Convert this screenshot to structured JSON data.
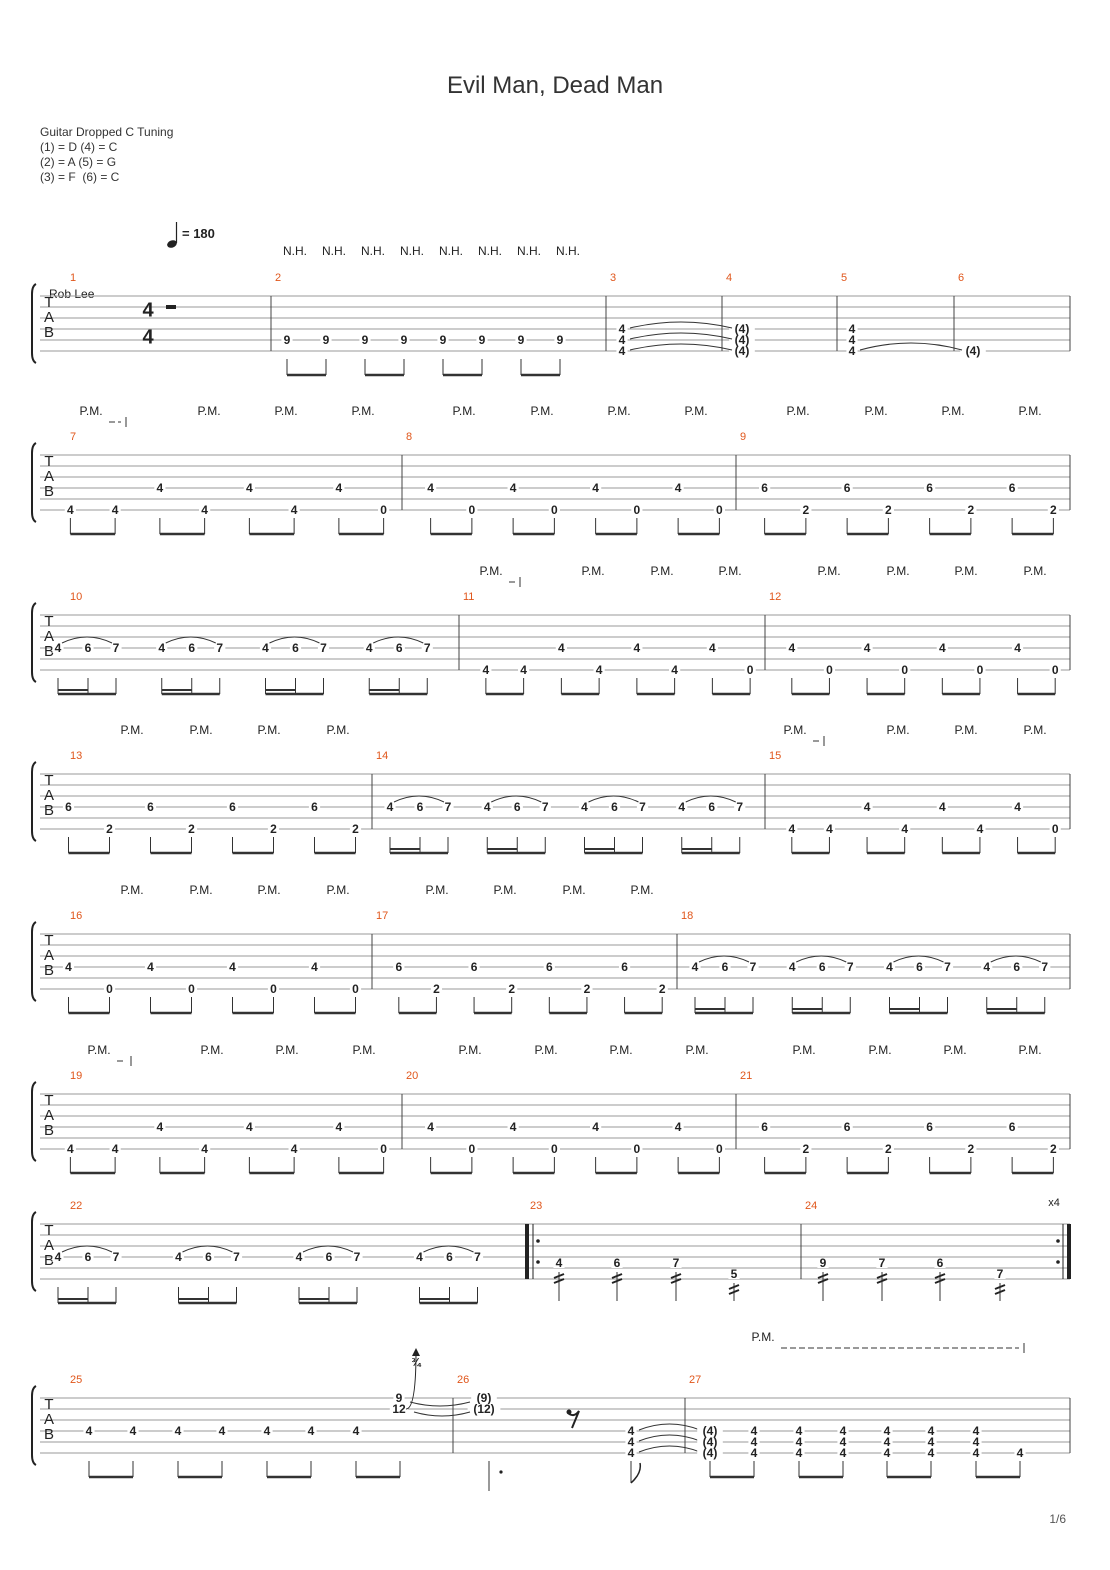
{
  "title": "Evil Man, Dead Man",
  "tuning": {
    "heading": "Guitar Dropped C Tuning",
    "lines": [
      "(1) = D (4) = C",
      "(2) = A (5) = G",
      "(3) = F  (6) = C"
    ]
  },
  "tempo": {
    "value": "= 180"
  },
  "player": "Rob Lee",
  "page": "1/6",
  "repeat_count": "x4",
  "bend_amount": "¾",
  "labels": {
    "pm": "P.M.",
    "nh": "N.H.",
    "tab": [
      "T",
      "A",
      "B"
    ],
    "time_sig": "4"
  },
  "systems": [
    {
      "measures": [
        {
          "number": "1",
          "notes": [],
          "rest": true
        },
        {
          "number": "2",
          "notes": [
            {
              "s": 5,
              "f": "9"
            },
            {
              "s": 5,
              "f": "9"
            },
            {
              "s": 5,
              "f": "9"
            },
            {
              "s": 5,
              "f": "9"
            },
            {
              "s": 5,
              "f": "9"
            },
            {
              "s": 5,
              "f": "9"
            },
            {
              "s": 5,
              "f": "9"
            },
            {
              "s": 5,
              "f": "9"
            }
          ],
          "above": [
            "N.H.",
            "N.H.",
            "N.H.",
            "N.H.",
            "N.H.",
            "N.H.",
            "N.H.",
            "N.H."
          ]
        },
        {
          "number": "3",
          "notes": [
            {
              "chord": [
                [
                  "4",
                  4
                ],
                [
                  "4",
                  5
                ],
                [
                  "4",
                  6
                ]
              ]
            }
          ]
        },
        {
          "number": "4",
          "notes": [
            {
              "chord": [
                [
                  "(4)",
                  4
                ],
                [
                  "(4)",
                  5
                ],
                [
                  "(4)",
                  6
                ]
              ]
            }
          ]
        },
        {
          "number": "5",
          "notes": [
            {
              "chord": [
                [
                  "4",
                  4
                ],
                [
                  "4",
                  5
                ],
                [
                  "4",
                  6
                ]
              ]
            }
          ]
        },
        {
          "number": "6",
          "notes": [
            {
              "chord": [
                [
                  "(4)",
                  6
                ]
              ]
            }
          ]
        }
      ]
    },
    {
      "measures": [
        {
          "number": "7",
          "notes": [
            "4/6",
            "4/6",
            "4/4",
            "4/6",
            "4/4",
            "4/6",
            "4/4",
            "0/6"
          ]
        },
        {
          "number": "8",
          "notes": [
            "4/4",
            "0/6",
            "4/4",
            "0/6",
            "4/4",
            "0/6",
            "4/4",
            "0/6"
          ]
        },
        {
          "number": "9",
          "notes": [
            "6/4",
            "2/6",
            "6/4",
            "2/6",
            "6/4",
            "2/6",
            "6/4",
            "2/6"
          ]
        }
      ]
    },
    {
      "measures": [
        {
          "number": "10",
          "notes": [
            "4-6-7",
            "4-6-7",
            "4-6-7",
            "4-6-7"
          ]
        },
        {
          "number": "11",
          "notes": [
            "4/6",
            "4/6",
            "4/4",
            "4/6",
            "4/4",
            "4/6",
            "4/4",
            "0/6"
          ]
        },
        {
          "number": "12",
          "notes": [
            "4/4",
            "0/6",
            "4/4",
            "0/6",
            "4/4",
            "0/6",
            "4/4",
            "0/6"
          ]
        }
      ]
    },
    {
      "measures": [
        {
          "number": "13",
          "notes": [
            "6/4",
            "2/6",
            "6/4",
            "2/6",
            "6/4",
            "2/6",
            "6/4",
            "2/6"
          ]
        },
        {
          "number": "14",
          "notes": [
            "4-6-7",
            "4-6-7",
            "4-6-7",
            "4-6-7"
          ]
        },
        {
          "number": "15",
          "notes": [
            "4/6",
            "4/6",
            "4/4",
            "4/6",
            "4/4",
            "4/6",
            "4/4",
            "0/6"
          ]
        }
      ]
    },
    {
      "measures": [
        {
          "number": "16",
          "notes": [
            "4/4",
            "0/6",
            "4/4",
            "0/6",
            "4/4",
            "0/6",
            "4/4",
            "0/6"
          ]
        },
        {
          "number": "17",
          "notes": [
            "6/4",
            "2/6",
            "6/4",
            "2/6",
            "6/4",
            "2/6",
            "6/4",
            "2/6"
          ]
        },
        {
          "number": "18",
          "notes": [
            "4-6-7",
            "4-6-7",
            "4-6-7",
            "4-6-7"
          ]
        }
      ]
    },
    {
      "measures": [
        {
          "number": "19",
          "notes": [
            "4/6",
            "4/6",
            "4/4",
            "4/6",
            "4/4",
            "4/6",
            "4/4",
            "0/6"
          ]
        },
        {
          "number": "20",
          "notes": [
            "4/4",
            "0/6",
            "4/4",
            "0/6",
            "4/4",
            "0/6",
            "4/4",
            "0/6"
          ]
        },
        {
          "number": "21",
          "notes": [
            "6/4",
            "2/6",
            "6/4",
            "2/6",
            "6/4",
            "2/6",
            "6/4",
            "2/6"
          ]
        }
      ]
    },
    {
      "measures": [
        {
          "number": "22",
          "notes": [
            "4-6-7",
            "4-6-7",
            "4-6-7",
            "4-6-7"
          ]
        },
        {
          "number": "23",
          "notes": [
            "4/5",
            "6/5",
            "7/5",
            "5/6"
          ]
        },
        {
          "number": "24",
          "notes": [
            "9/5",
            "7/5",
            "6/5",
            "7/6"
          ]
        }
      ]
    },
    {
      "measures": [
        {
          "number": "25",
          "notes": [
            "4/4",
            "4/4",
            "4/4",
            "4/4",
            "4/4",
            "4/4",
            "4/4"
          ],
          "bend": [
            "9",
            "12"
          ]
        },
        {
          "number": "26",
          "notes": [
            "(9)",
            "(12)"
          ]
        },
        {
          "number": "27",
          "notes": [
            "(4)",
            "4",
            "4",
            "4",
            "4",
            "4",
            "4",
            "4"
          ]
        }
      ]
    }
  ]
}
